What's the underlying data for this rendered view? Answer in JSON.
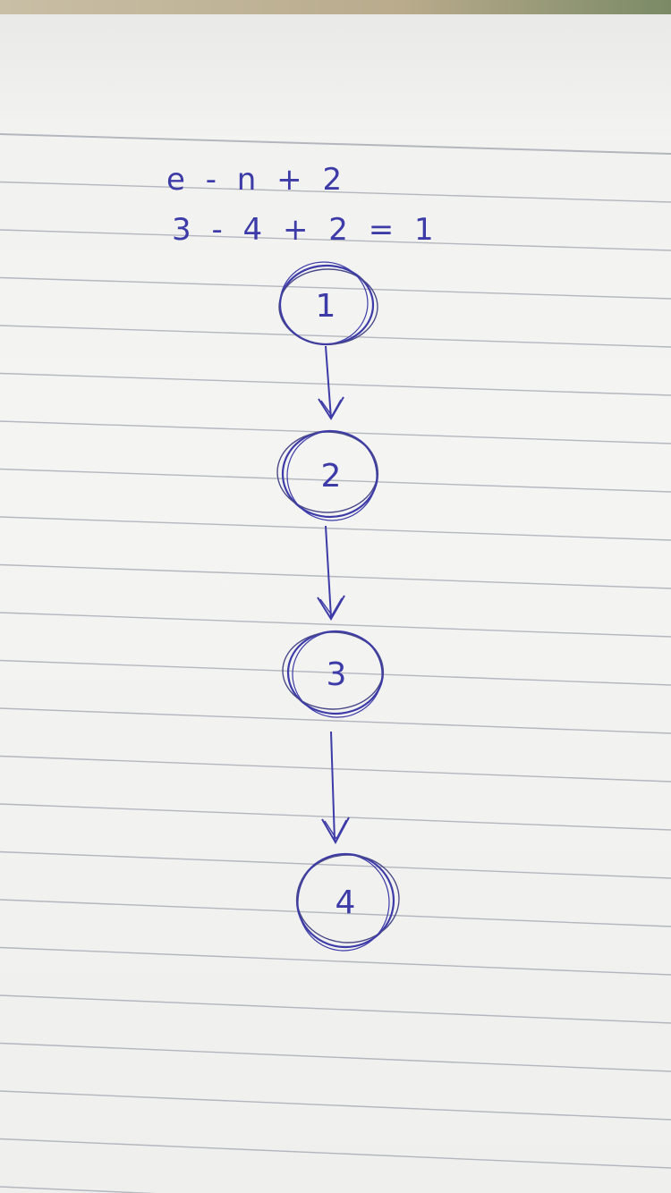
{
  "formula": {
    "line1": "e - n + 2",
    "line2": "3 - 4 + 2 = 1"
  },
  "nodes": [
    {
      "label": "1"
    },
    {
      "label": "2"
    },
    {
      "label": "3"
    },
    {
      "label": "4"
    }
  ],
  "edges": [
    {
      "from": "1",
      "to": "2"
    },
    {
      "from": "2",
      "to": "3"
    },
    {
      "from": "3",
      "to": "4"
    }
  ],
  "colors": {
    "ink": "#3d3ba8",
    "rule_line": "#9ea3ad",
    "paper": "#f3f3f1"
  }
}
